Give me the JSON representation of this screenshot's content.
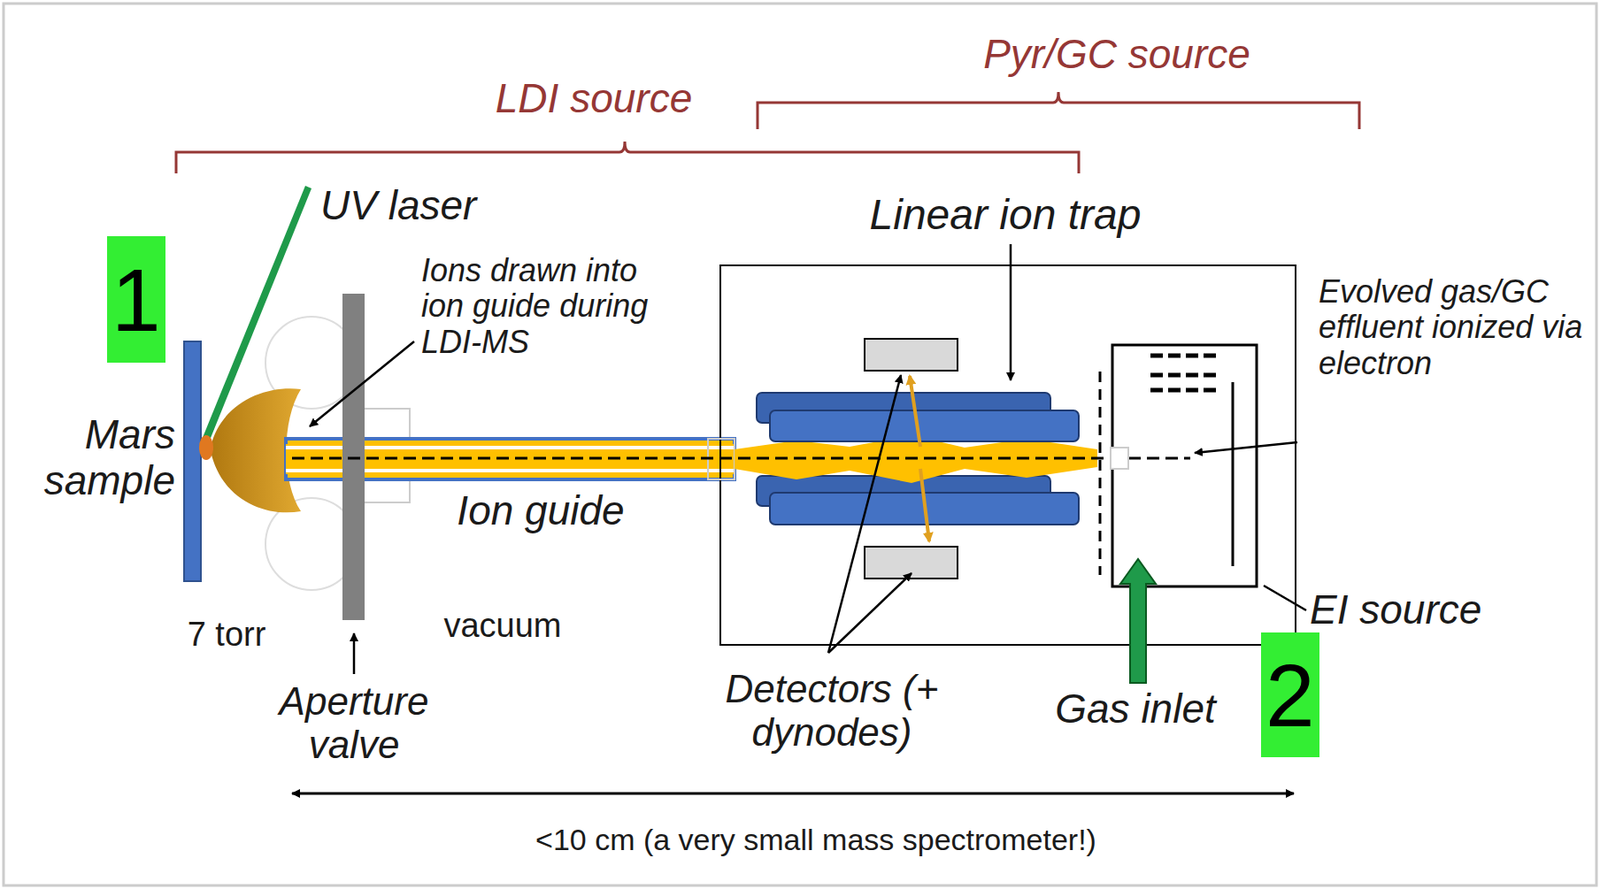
{
  "diagram": {
    "nodes": [
      {
        "text": [
          "1"
        ]
      },
      {
        "text": [
          "2"
        ]
      }
    ],
    "labels": [
      "Pyr/GC source",
      "LDI source",
      "UV laser",
      "Ions drawn into ion guide during LDI-MS",
      "Linear ion trap",
      "Evolved gas/GC effluent ionized via electron",
      "Mars sample",
      "Ion guide",
      "7 torr",
      "vacuum",
      "Aperture valve",
      "Detectors (+ dynodes)",
      "Gas inlet",
      "EI source",
      "<10 cm (a very small mass spectrometer!)"
    ]
  }
}
